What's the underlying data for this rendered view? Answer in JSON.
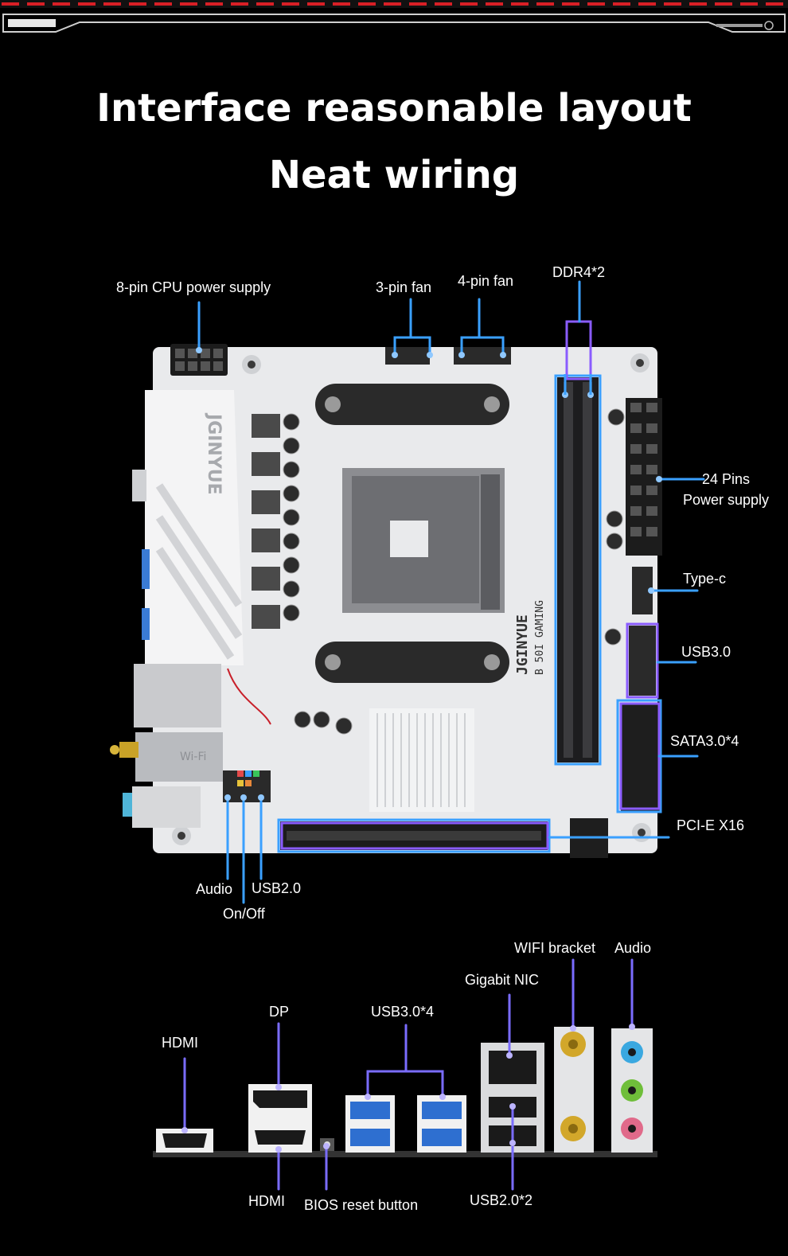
{
  "header": {
    "title_line1": "Interface reasonable layout",
    "title_line2": "Neat wiring"
  },
  "board": {
    "brand_vertical": "JGINYUE",
    "model_line1": "JGINYUE",
    "model_line2": "B 50I GAMING",
    "wifi_text": "Wi-Fi"
  },
  "labels": {
    "cpu_power": "8-pin CPU power supply",
    "fan3": "3-pin fan",
    "fan4": "4-pin fan",
    "ddr4": "DDR4*2",
    "atx24_a": "24 Pins",
    "atx24_b": "Power supply",
    "typec": "Type-c",
    "usb30": "USB3.0",
    "sata": "SATA3.0*4",
    "pcie": "PCI-E X16",
    "audio_hdr": "Audio",
    "usb20_hdr": "USB2.0",
    "onoff": "On/Off"
  },
  "io_labels": {
    "hdmi_top": "HDMI",
    "dp": "DP",
    "usb30x4": "USB3.0*4",
    "gigabit_nic": "Gigabit NIC",
    "wifi_bracket": "WIFI bracket",
    "audio": "Audio",
    "hdmi_bottom": "HDMI",
    "bios_reset": "BIOS reset button",
    "usb20x2": "USB2.0*2"
  },
  "colors": {
    "background": "#000000",
    "accent_red": "#d81f26",
    "leader_blue": "#3aa0ff",
    "leader_purple": "#8a5cff",
    "board_white": "#e9eaec"
  }
}
